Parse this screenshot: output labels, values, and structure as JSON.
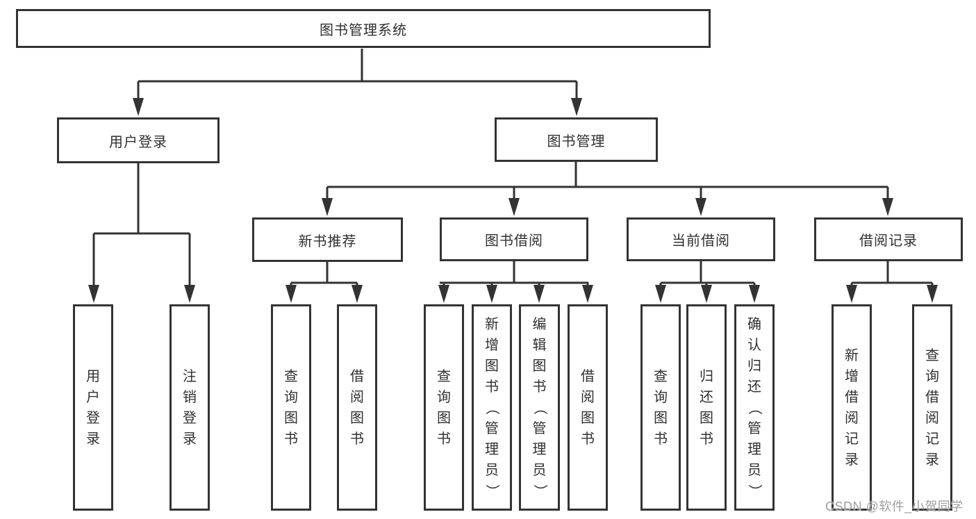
{
  "tree": {
    "root": "图书管理系统",
    "children": [
      {
        "label": "用户登录",
        "children": [
          {
            "label": "用户登录"
          },
          {
            "label": "注销登录"
          }
        ]
      },
      {
        "label": "图书管理",
        "children": [
          {
            "label": "新书推荐",
            "children": [
              {
                "label": "查询图书"
              },
              {
                "label": "借阅图书"
              }
            ]
          },
          {
            "label": "图书借阅",
            "children": [
              {
                "label": "查询图书"
              },
              {
                "label": "新增图书（管理员）"
              },
              {
                "label": "编辑图书（管理员）"
              },
              {
                "label": "借阅图书"
              }
            ]
          },
          {
            "label": "当前借阅",
            "children": [
              {
                "label": "查询图书"
              },
              {
                "label": "归还图书"
              },
              {
                "label": "确认归还（管理员）"
              }
            ]
          },
          {
            "label": "借阅记录",
            "children": [
              {
                "label": "新增借阅记录"
              },
              {
                "label": "查询借阅记录"
              }
            ]
          }
        ]
      }
    ]
  },
  "watermark": {
    "text": "CSDN @软件_小贺同学"
  },
  "colors": {
    "line": "#333333",
    "text": "#303030",
    "watermark": "#9e9e9e",
    "background": "#ffffff"
  }
}
